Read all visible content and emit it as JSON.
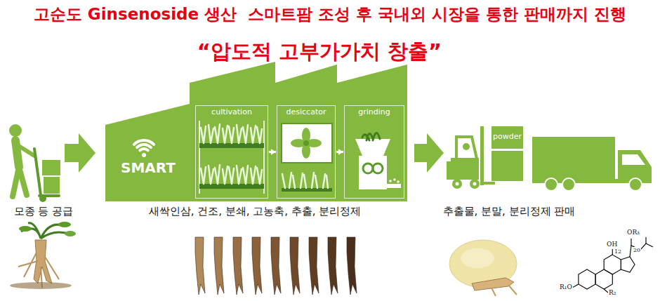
{
  "diagram": {
    "title": "고순도 Ginsenoside 생산  스마트팜 조성 후 국내외 시장을 통한 판매까지 진행",
    "nodes": [
      {
        "text": [
          "SMART"
        ]
      },
      {
        "text": [
          "cultivation"
        ],
        "in": 0
      },
      {
        "text": [
          "desiccator"
        ],
        "in": 0
      },
      {
        "text": [
          "grinding"
        ],
        "in": 0
      },
      {
        "text": [
          "powder"
        ]
      }
    ],
    "edges": [
      {
        "from": 1,
        "to": 2,
        "arrow": "to"
      },
      {
        "from": 2,
        "to": 3,
        "arrow": "to"
      }
    ],
    "labels": [
      "“압도적 고부가가치 창출”",
      "모종 등 공급",
      "새싹인삼, 건조, 분쇄, 고농축, 추출, 분리정제",
      "추출물, 분말, 분리정제 판매",
      "OR₃",
      "OH",
      "12",
      "20",
      "R₁O",
      "R₂"
    ]
  }
}
